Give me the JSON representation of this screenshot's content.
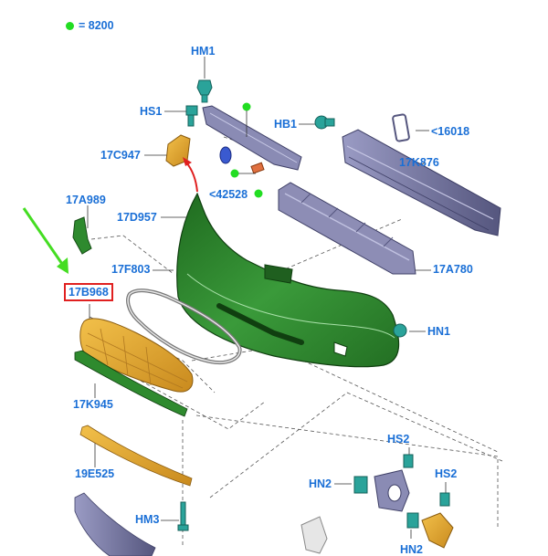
{
  "legend": {
    "marker_color": "#22dd22",
    "text": "= 8200"
  },
  "highlight": {
    "part": "17B968",
    "box_color": "#e02020",
    "arrow_color": "#44dd22"
  },
  "labels": {
    "hm1": "HM1",
    "hs1": "HS1",
    "hb1": "HB1",
    "p16018": "<16018",
    "p17c947": "17C947",
    "p17k876": "17K876",
    "p42528": "<42528",
    "p17a989": "17A989",
    "p17d957": "17D957",
    "p17f803": "17F803",
    "p17a780": "17A780",
    "p17b968": "17B968",
    "hn1": "HN1",
    "p17k945": "17K945",
    "hs2a": "HS2",
    "p19e525": "19E525",
    "hn2a": "HN2",
    "hs2b": "HS2",
    "hm3": "HM3",
    "hn2b": "HN2"
  },
  "colors": {
    "label": "#1a6fd6",
    "bumper": "#2e8a2e",
    "grille": "#e2a334",
    "bracket": "#6e6f9a",
    "clip": "#2aa39a"
  }
}
